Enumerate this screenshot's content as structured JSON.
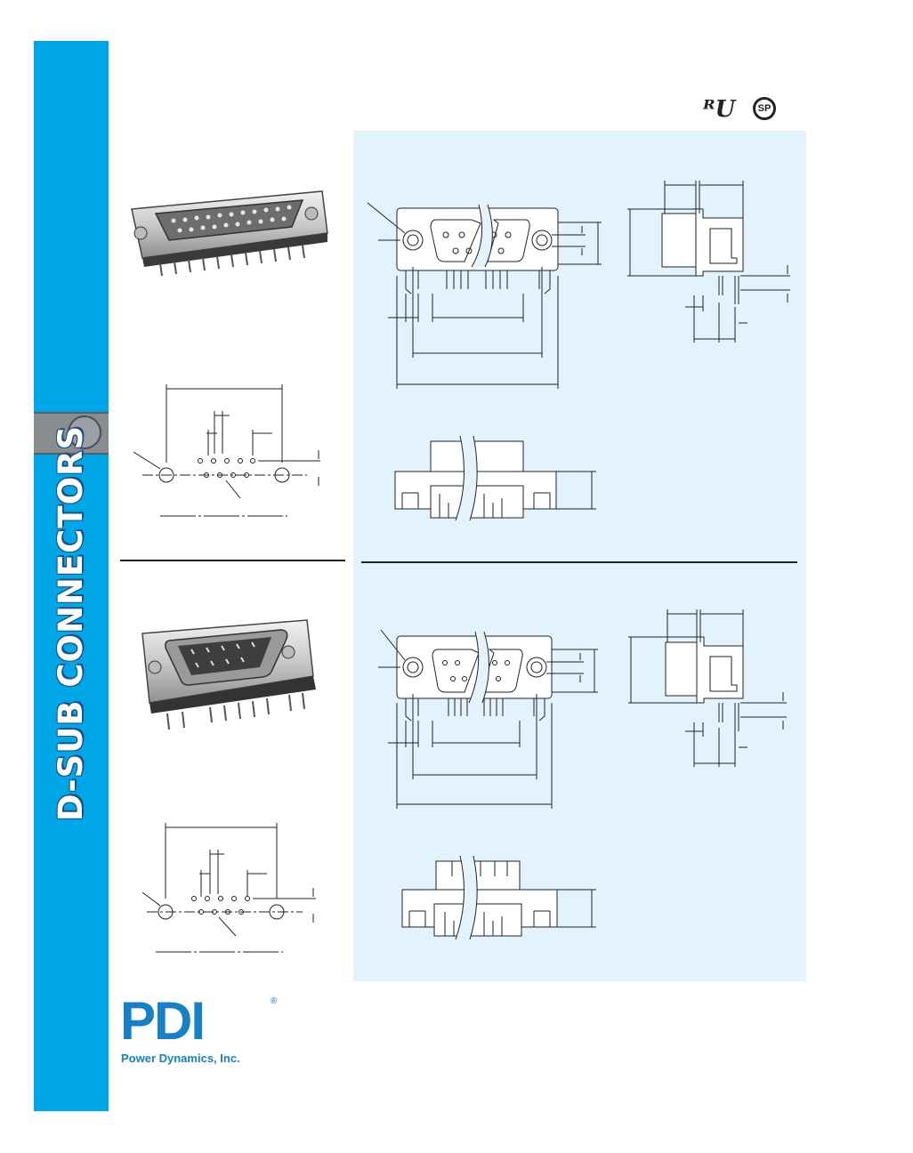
{
  "sidebar": {
    "title": "D-SUB CONNECTORS"
  },
  "certifications": {
    "ul": "ᴿU",
    "csa": "SP"
  },
  "logo": {
    "name": "PDI",
    "registered": "®",
    "company": "Power Dynamics, Inc."
  },
  "colors": {
    "sidebar_blue": "#00a7e8",
    "panel_blue": "#e3f3fd",
    "logo_blue": "#1481c8",
    "tab_gray": "#8a8d90"
  },
  "sections": [
    {
      "id": "upper",
      "product_photo_icon": "d-sub-female-connector-icon",
      "footprint_icon": "pcb-footprint-icon",
      "drawing_icons": [
        "front-view-drawing-icon",
        "side-view-drawing-icon",
        "bottom-view-drawing-icon"
      ]
    },
    {
      "id": "lower",
      "product_photo_icon": "d-sub-male-connector-icon",
      "footprint_icon": "pcb-footprint-icon",
      "drawing_icons": [
        "front-view-drawing-icon",
        "side-view-drawing-icon",
        "bottom-view-drawing-icon"
      ]
    }
  ]
}
